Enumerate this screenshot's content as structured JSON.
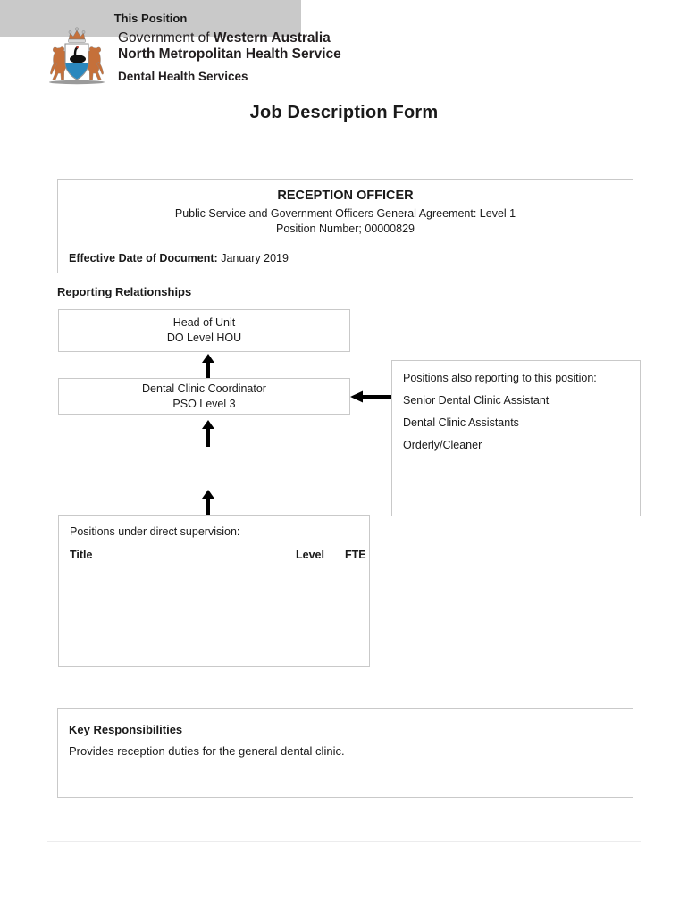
{
  "header": {
    "logo": {
      "crest_alt": "western-australia-coat-of-arms",
      "line1_prefix": "Government of ",
      "line1_bold": "Western Australia",
      "line2": "North Metropolitan Health Service",
      "line3": "Dental Health Services"
    },
    "document_title": "Job Description Form"
  },
  "position": {
    "title": "RECEPTION OFFICER",
    "agreement": "Public Service and Government Officers General Agreement: Level 1",
    "position_number": "Position Number; 00000829",
    "effective_label": "Effective Date of Document:",
    "effective_value": "January 2019"
  },
  "reporting": {
    "heading": "Reporting Relationships",
    "head_of_unit": {
      "line1": "Head of Unit",
      "line2": "DO Level HOU"
    },
    "coordinator": {
      "line1": "Dental Clinic Coordinator",
      "line2": "PSO Level 3"
    },
    "this_position": "This Position",
    "also_reporting": {
      "intro": "Positions also reporting to this position:",
      "items": [
        "Senior Dental Clinic Assistant",
        "Dental Clinic Assistants",
        "Orderly/Cleaner"
      ]
    },
    "supervision": {
      "intro": "Positions under direct supervision:",
      "columns": [
        "Title",
        "Level",
        "FTE"
      ],
      "rows": []
    }
  },
  "key_responsibilities": {
    "heading": "Key Responsibilities",
    "text": "Provides reception duties for the general dental clinic."
  },
  "colors": {
    "box_border": "#c9c9c9",
    "this_position_fill": "#c9c9c9",
    "text": "#1a1a1a",
    "crest_kangaroo": "#c5703a",
    "crest_water": "#2b87bd",
    "footer_rule": "#ececed"
  }
}
